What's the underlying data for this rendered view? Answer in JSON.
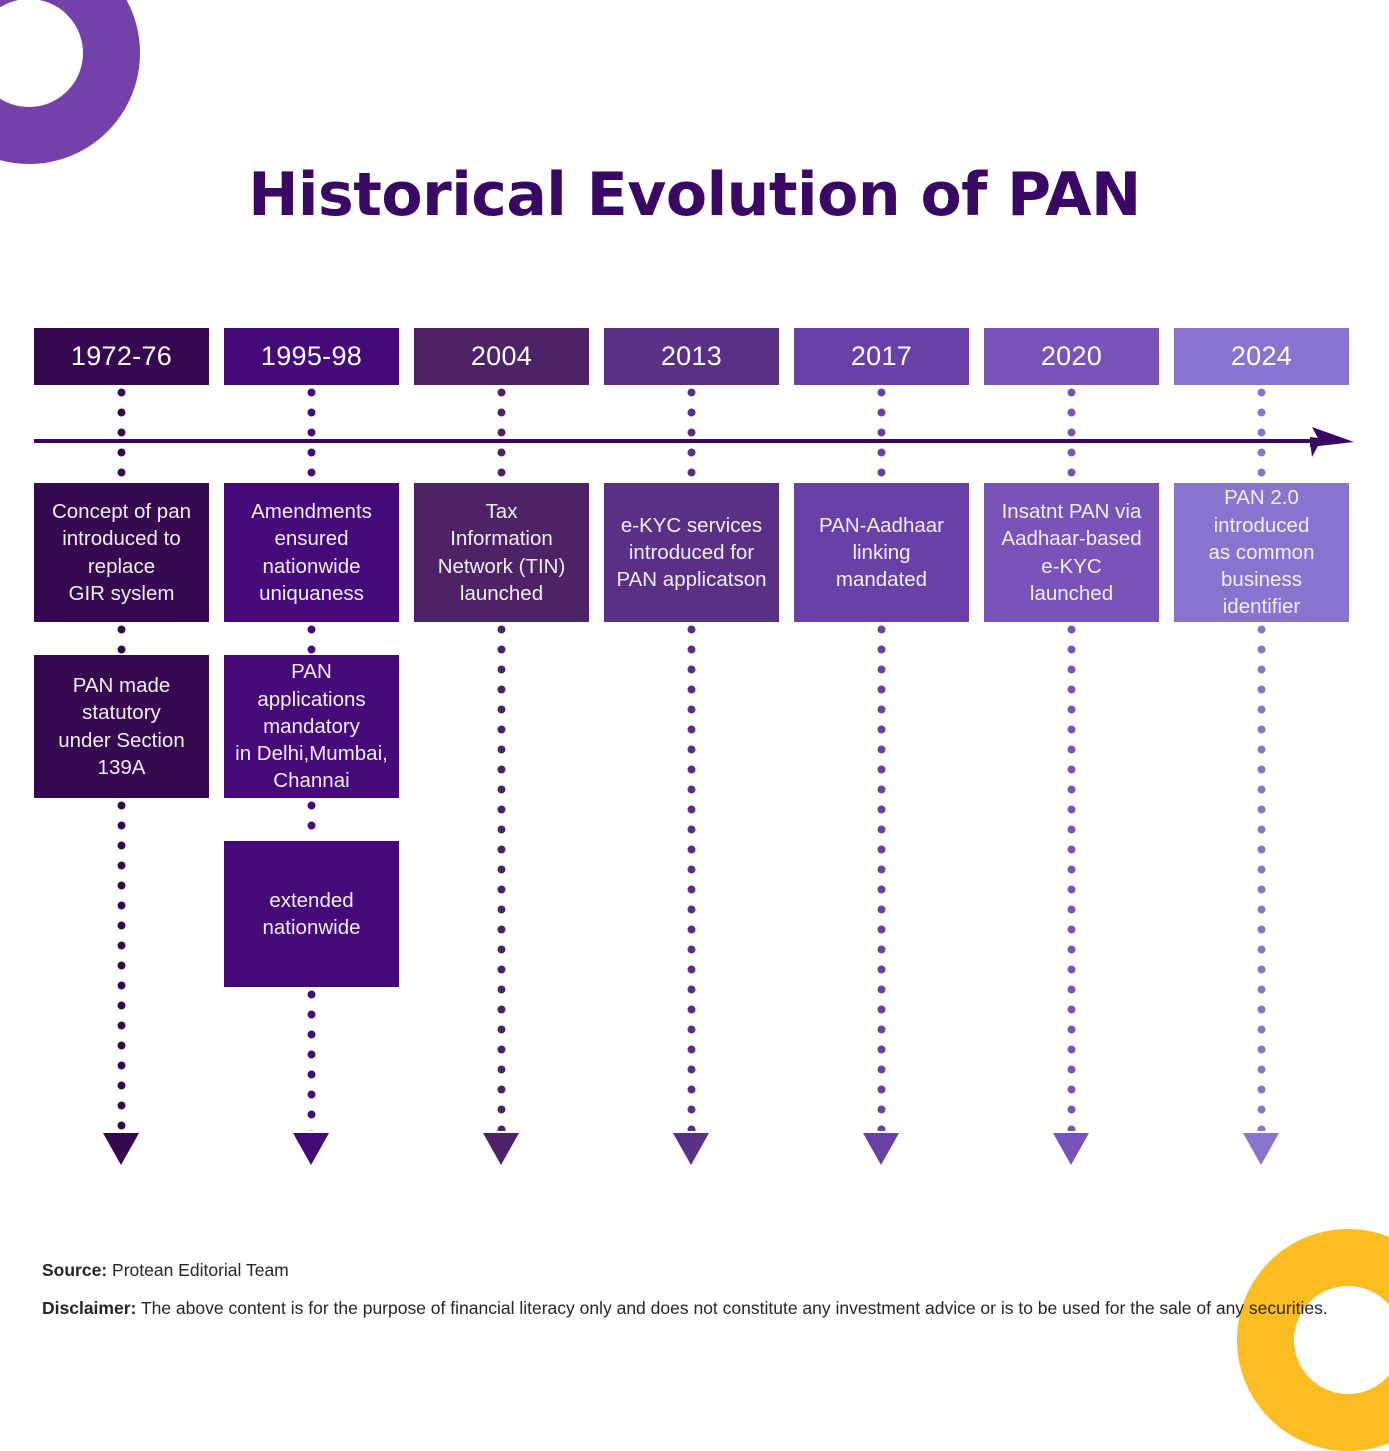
{
  "title": "Historical Evolution of PAN",
  "colors": {
    "title": "#3b0764",
    "axis": "#3b0764",
    "ring_top_left": "#7441ab",
    "ring_bottom_right": "#fbbd21",
    "text_on_box": "#f2eef7"
  },
  "timeline": {
    "columns": [
      {
        "year": "1972-76",
        "color": "#340council",
        "box_color": "#35084f",
        "cards": [
          "Concept of pan\nintroduced to\nreplace\nGIR syslem",
          "PAN made\nstatutory\nunder Section\n139A"
        ]
      },
      {
        "year": "1995-98",
        "box_color": "#45097a",
        "cards": [
          "Amendments\nensured\nnationwide\nuniquaness",
          "PAN\napplications\nmandatory\nin Delhi,Mumbai,\nChannai",
          "extended\nnationwide"
        ]
      },
      {
        "year": "2004",
        "box_color": "#4e2266",
        "cards": [
          "Tax\nInformation\nNetwork (TIN)\nlaunched"
        ]
      },
      {
        "year": "2013",
        "box_color": "#5a3087",
        "cards": [
          "e-KYC services\nintroduced for\nPAN applicatson"
        ]
      },
      {
        "year": "2017",
        "box_color": "#6940a5",
        "cards": [
          "PAN-Aadhaar\nlinking\nmandated"
        ]
      },
      {
        "year": "2020",
        "box_color": "#7a53b8",
        "cards": [
          "Insatnt PAN via\nAadhaar-based\ne-KYC\nlaunched"
        ]
      },
      {
        "year": "2024",
        "box_color": "#8874ce",
        "cards": [
          "PAN 2.0\nintroduced\nas common\nbusiness\nidentifier"
        ]
      }
    ]
  },
  "footer": {
    "source_label": "Source:",
    "source_value": "Protean Editorial Team",
    "disclaimer_label": "Disclaimer:",
    "disclaimer_value": "The above content is for the purpose of financial literacy only and does not constitute any investment advice or is to be used for the sale of any securities."
  }
}
